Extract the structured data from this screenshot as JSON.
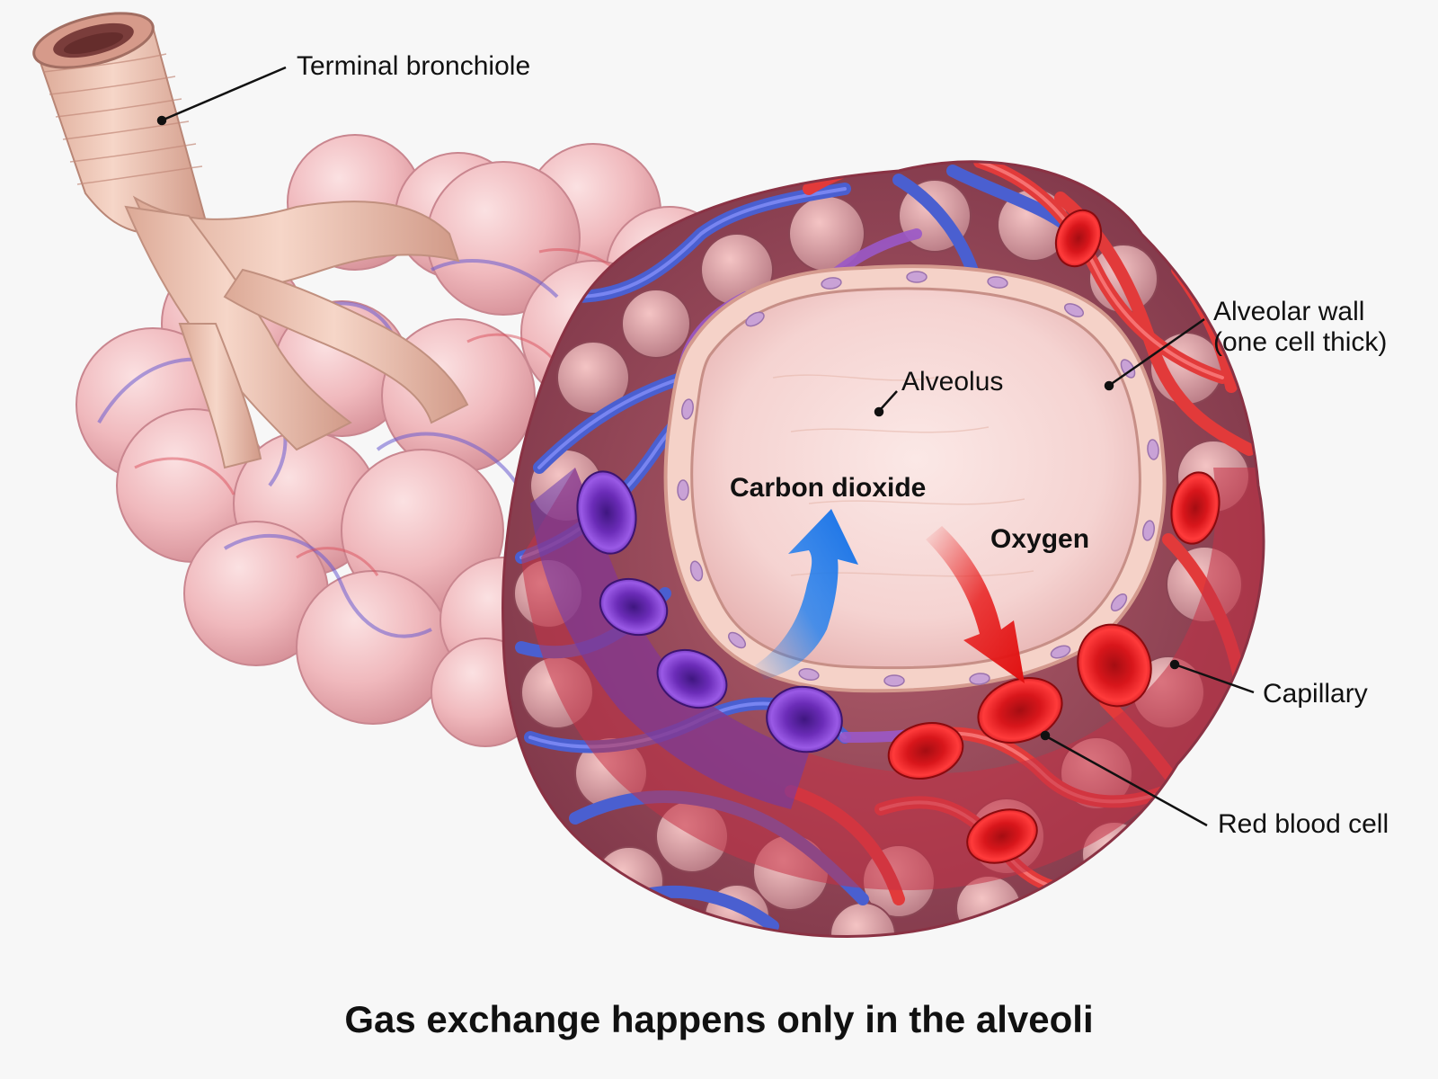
{
  "labels": {
    "terminal_bronchiole": "Terminal bronchiole",
    "alveolar_wall_line1": "Alveolar wall",
    "alveolar_wall_line2": "(one cell thick)",
    "alveolus": "Alveolus",
    "carbon_dioxide": "Carbon dioxide",
    "oxygen": "Oxygen",
    "capillary": "Capillary",
    "red_blood_cell": "Red blood cell"
  },
  "caption": "Gas exchange happens only in the alveoli",
  "colors": {
    "background": "#f7f7f7",
    "alveolus_pink": "#f2c2c4",
    "deoxygenated_blue": "#4a5fd0",
    "oxygenated_red": "#e23a3a",
    "deoxygenated_cell": "#7a3fc4",
    "co2_arrow": "#1e7ff0",
    "o2_arrow": "#e81f1f",
    "bronchiole": "#efc4b4"
  }
}
